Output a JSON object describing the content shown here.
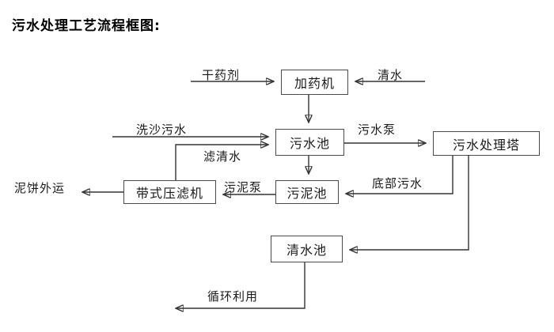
{
  "title": "污水处理工艺流程框图:",
  "nodes": {
    "dosing_machine": "加药机",
    "sewage_pool": "污水池",
    "sewage_treatment_tower": "污水处理塔",
    "sludge_pool": "污泥池",
    "belt_filter_press": "带式压滤机",
    "clean_water_pool": "清水池"
  },
  "flow_labels": {
    "dry_agent": "干药剂",
    "clean_water": "清水",
    "sand_washing_sewage": "洗沙污水",
    "sewage_pump": "污水泵",
    "filtered_water": "滤清水",
    "sludge_pump": "污泥泵",
    "bottom_sewage": "底部污水",
    "mud_cake_shipped_out": "泥饼外运",
    "recycling": "循环利用"
  },
  "colors": {
    "line": "#333333",
    "box_border": "#4a4a4a",
    "text": "#1a1a1a",
    "background": "#ffffff"
  }
}
